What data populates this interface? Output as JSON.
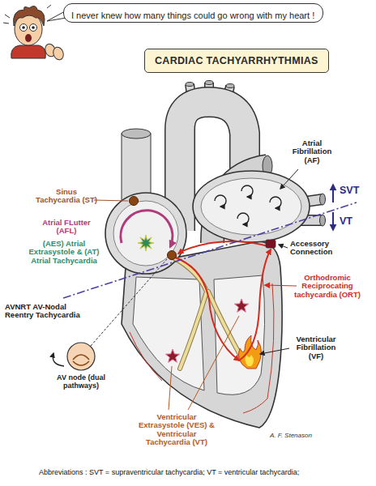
{
  "diagram": {
    "title": "CARDIAC TACHYARRHYTHMIAS",
    "caption": "Abbreviations : SVT = supraventricular tachycardia; VT = ventricular tachycardia;",
    "nodes": [
      {
        "text": [
          "I never knew how many things could go wrong with my heart !"
        ]
      }
    ],
    "labels": [
      "Atrial Fibrillation (AF)",
      "SVT",
      "VT",
      "Sinus Tachycardia (ST)",
      "Atrial FLutter (AFL)",
      "(AES) Atrial Extrasystole & (AT) Atrial Tachycardia",
      "Accessory Connection",
      "Orthodromic Reciprocating tachycardia (ORT)",
      "AVNRT AV-Nodal Reentry Tachycardia",
      "AV node (dual pathways)",
      "Ventricular Fibrillation (VF)",
      "Ventricular Extrasystole (VES) & Ventricular Tachycardia (VT)",
      "A. F. Stenason"
    ]
  }
}
